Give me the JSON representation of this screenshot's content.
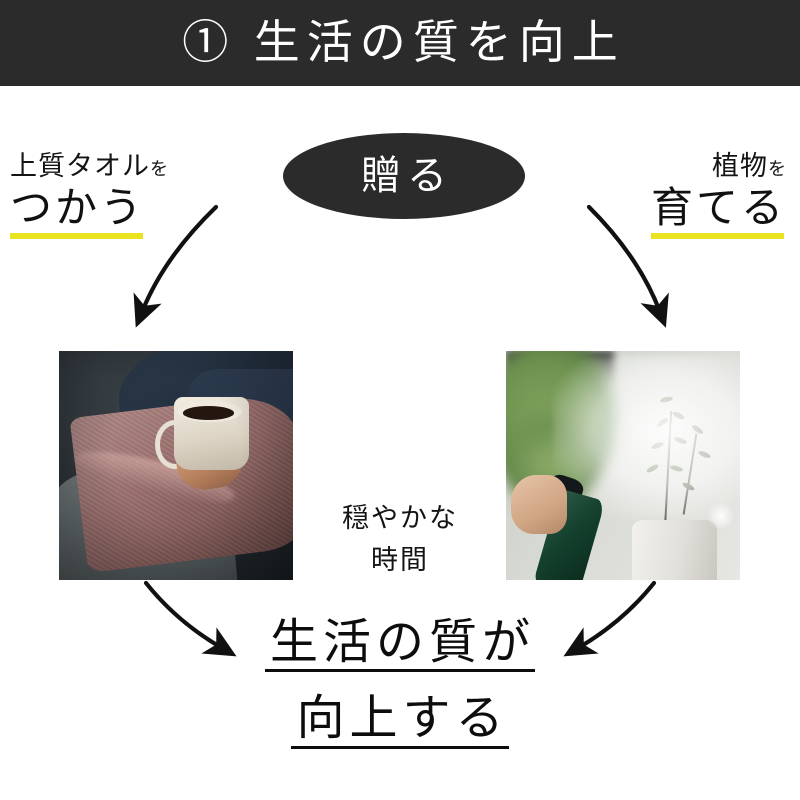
{
  "header": {
    "number_marker": "①",
    "title": "① 生活の質を向上"
  },
  "center_badge": {
    "label": "贈る"
  },
  "left_branch": {
    "lead_main": "上質タオル",
    "lead_particle": "を",
    "emphasis": "つかう",
    "underline_color": "#e9e320",
    "arrow_name": "curved-arrow-down-left",
    "photo_alt": "towel-and-coffee-mug-photo"
  },
  "right_branch": {
    "lead_main": "植物",
    "lead_particle": "を",
    "emphasis": "育てる",
    "underline_color": "#e9e320",
    "arrow_name": "curved-arrow-down-right",
    "photo_alt": "spray-bottle-misting-plant-photo"
  },
  "middle_caption": {
    "line1": "穏やかな",
    "line2": "時間"
  },
  "conclusion": {
    "line1": "生活の質が",
    "line2": "向上する",
    "underline_color": "#0d0d0d"
  },
  "colors": {
    "header_background": "#2b2b2b",
    "page_background": "#ffffff",
    "text": "#111111",
    "accent_yellow": "#e9e320",
    "arrow": "#111111"
  }
}
